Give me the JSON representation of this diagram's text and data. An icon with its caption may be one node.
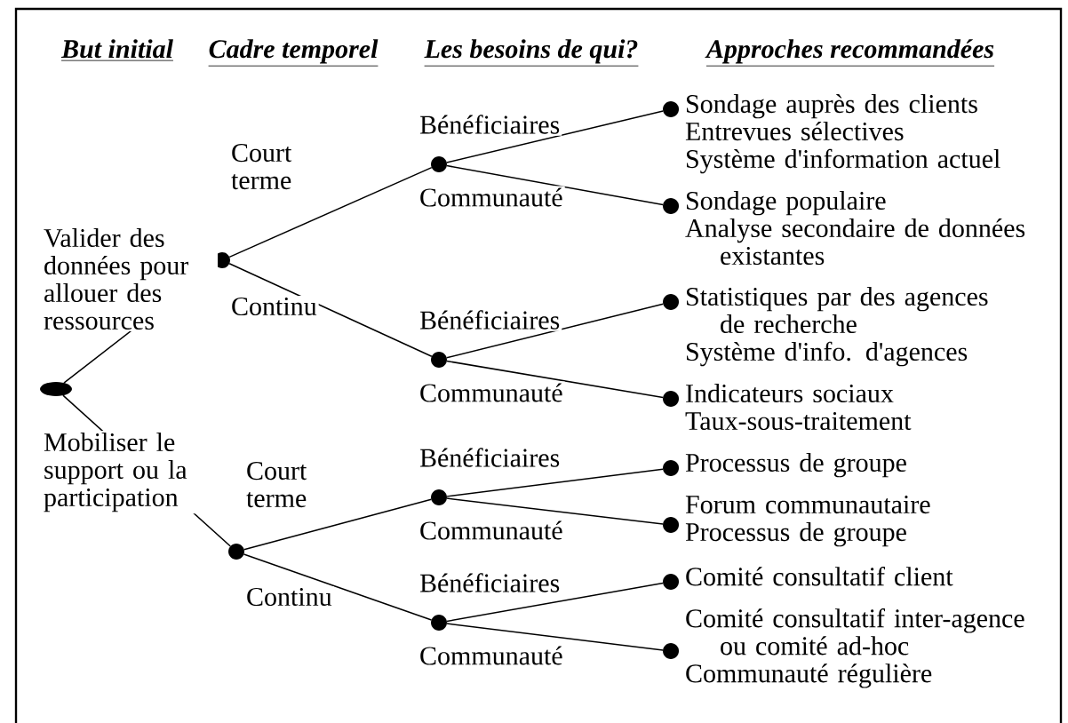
{
  "diagram": {
    "nodes": [
      {
        "text": [],
        "shape": "ellipse"
      },
      {
        "text": [],
        "shape": "circle"
      },
      {
        "text": [],
        "shape": "circle"
      },
      {
        "text": [],
        "shape": "circle"
      },
      {
        "text": [],
        "shape": "circle"
      },
      {
        "text": [],
        "shape": "circle"
      },
      {
        "text": [],
        "shape": "circle"
      },
      {
        "text": [],
        "shape": "circle",
        "beside": [
          "Sondage auprès des clients",
          "Entrevues sélectives",
          "Système d'information actuel"
        ]
      },
      {
        "text": [],
        "shape": "circle",
        "beside": [
          "Sondage populaire",
          "Analyse secondaire de données existantes"
        ]
      },
      {
        "text": [],
        "shape": "circle",
        "beside": [
          "Statistiques par des agences de recherche",
          "Système d'info. d'agences"
        ]
      },
      {
        "text": [],
        "shape": "circle",
        "beside": [
          "Indicateurs sociaux",
          "Taux-sous-traitement"
        ]
      },
      {
        "text": [],
        "shape": "circle",
        "beside": [
          "Processus de groupe"
        ]
      },
      {
        "text": [],
        "shape": "circle",
        "beside": [
          "Forum communautaire",
          "Processus de groupe"
        ]
      },
      {
        "text": [],
        "shape": "circle",
        "beside": [
          "Comité consultatif client"
        ]
      },
      {
        "text": [],
        "shape": "circle",
        "beside": [
          "Comité consultatif inter-agence ou comité ad-hoc",
          "Communauté régulière"
        ]
      }
    ],
    "edges": [
      {
        "from": 0,
        "to": 1,
        "arrow": "none",
        "label": "Valider des données pour allouer des ressources"
      },
      {
        "from": 0,
        "to": 2,
        "arrow": "none",
        "label": "Mobiliser le support ou la participation"
      },
      {
        "from": 1,
        "to": 3,
        "arrow": "none",
        "label": "Court terme"
      },
      {
        "from": 1,
        "to": 4,
        "arrow": "none",
        "label": "Continu"
      },
      {
        "from": 2,
        "to": 5,
        "arrow": "none",
        "label": "Court terme"
      },
      {
        "from": 2,
        "to": 6,
        "arrow": "none",
        "label": "Continu"
      },
      {
        "from": 3,
        "to": 7,
        "arrow": "none",
        "label": "Bénéficiaires"
      },
      {
        "from": 3,
        "to": 8,
        "arrow": "none",
        "label": "Communauté"
      },
      {
        "from": 4,
        "to": 9,
        "arrow": "none",
        "label": "Bénéficiaires"
      },
      {
        "from": 4,
        "to": 10,
        "arrow": "none",
        "label": "Communauté"
      },
      {
        "from": 5,
        "to": 11,
        "arrow": "none",
        "label": "Bénéficiaires"
      },
      {
        "from": 5,
        "to": 12,
        "arrow": "none",
        "label": "Communauté"
      },
      {
        "from": 6,
        "to": 13,
        "arrow": "none",
        "label": "Bénéficiaires"
      },
      {
        "from": 6,
        "to": 14,
        "arrow": "none",
        "label": "Communauté"
      }
    ],
    "labels": [
      "But initial",
      "Cadre temporel",
      "Les besoins de qui?",
      "Approches recommandées"
    ]
  }
}
